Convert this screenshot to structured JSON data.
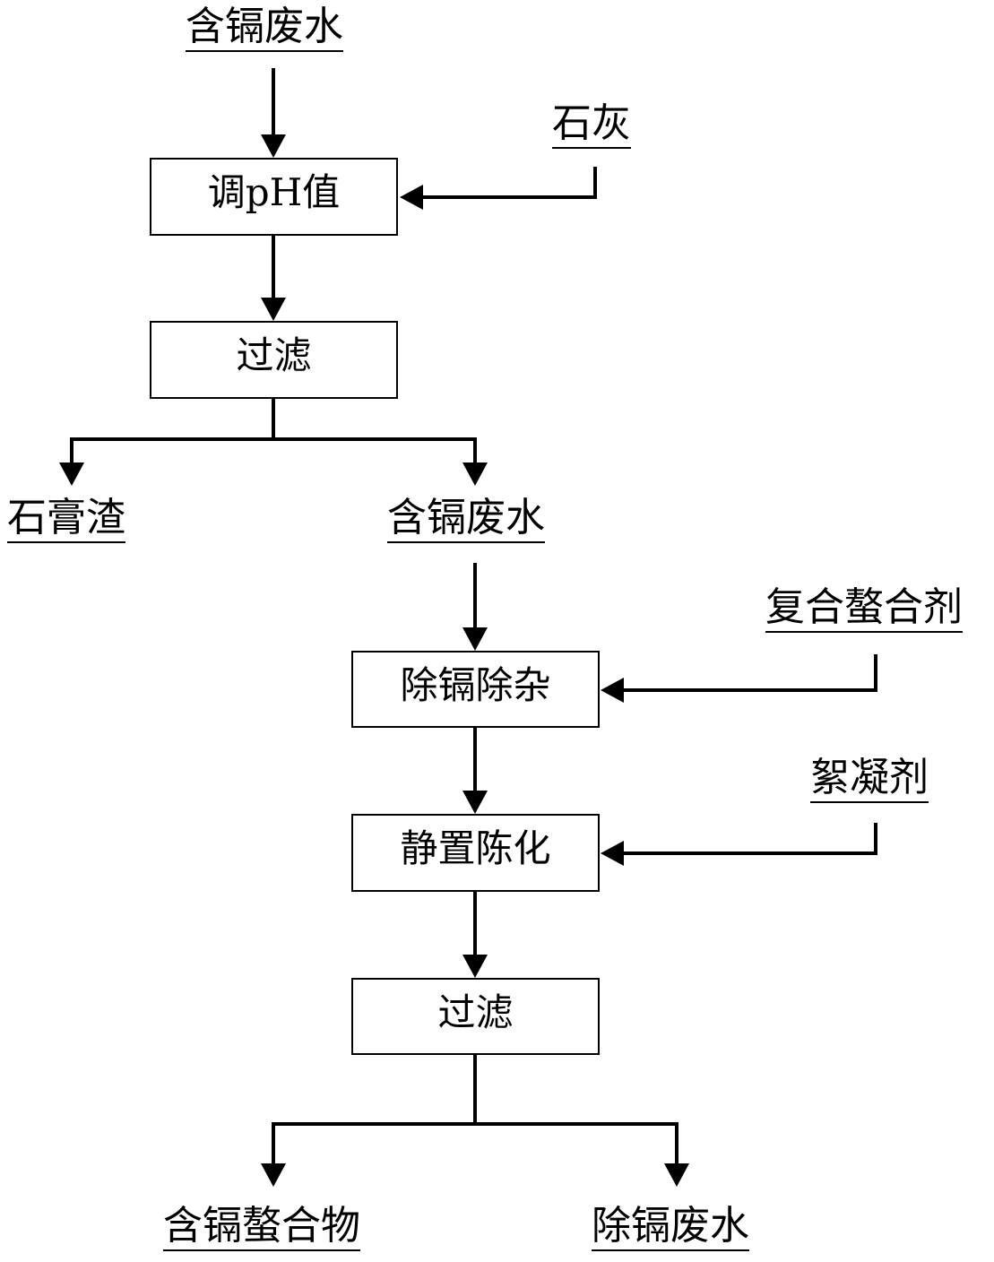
{
  "labels": {
    "input_wastewater": "含镉废水",
    "lime": "石灰",
    "gypsum_slag": "石膏渣",
    "filtrate_wastewater": "含镉废水",
    "complex_chelator": "复合螯合剂",
    "flocculant": "絮凝剂",
    "cd_chelate": "含镉螯合物",
    "treated_wastewater": "除镉废水"
  },
  "steps": {
    "adjust_ph": "调pH值",
    "filter_1": "过滤",
    "remove_cd": "除镉除杂",
    "settle_age": "静置陈化",
    "filter_2": "过滤"
  },
  "colors": {
    "line": "#000000",
    "background": "#ffffff"
  }
}
